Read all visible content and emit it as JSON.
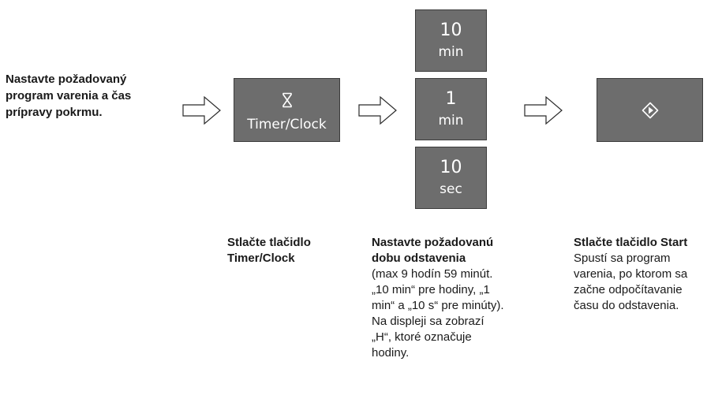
{
  "intro": "Nastavte požadovaný program varenia a čas prípravy pokrmu.",
  "buttons": {
    "timer": {
      "label": "Timer/Clock",
      "icon": "hourglass-icon"
    },
    "ten_min": {
      "value": "10",
      "unit": "min"
    },
    "one_min": {
      "value": "1",
      "unit": "min"
    },
    "ten_sec": {
      "value": "10",
      "unit": "sec"
    },
    "start": {
      "icon": "start-diamond-icon"
    }
  },
  "steps": [
    {
      "title": "Stlačte tlačidlo Timer/Clock",
      "body": ""
    },
    {
      "title": "Nastavte požadovanú dobu odstavenia",
      "body": "(max 9 hodín 59 minút. „10 min“ pre hodiny, „1 min“ a „10 s“ pre minúty). Na displeji sa zobrazí „H“, ktoré označuje hodiny."
    },
    {
      "title": "Stlačte tlačidlo Start",
      "body": "Spustí sa program varenia, po ktorom sa začne odpočítavanie času do odstavenia."
    }
  ],
  "colors": {
    "button_bg": "#6d6d6d",
    "button_text": "#ffffff",
    "text": "#1a1a1a"
  }
}
